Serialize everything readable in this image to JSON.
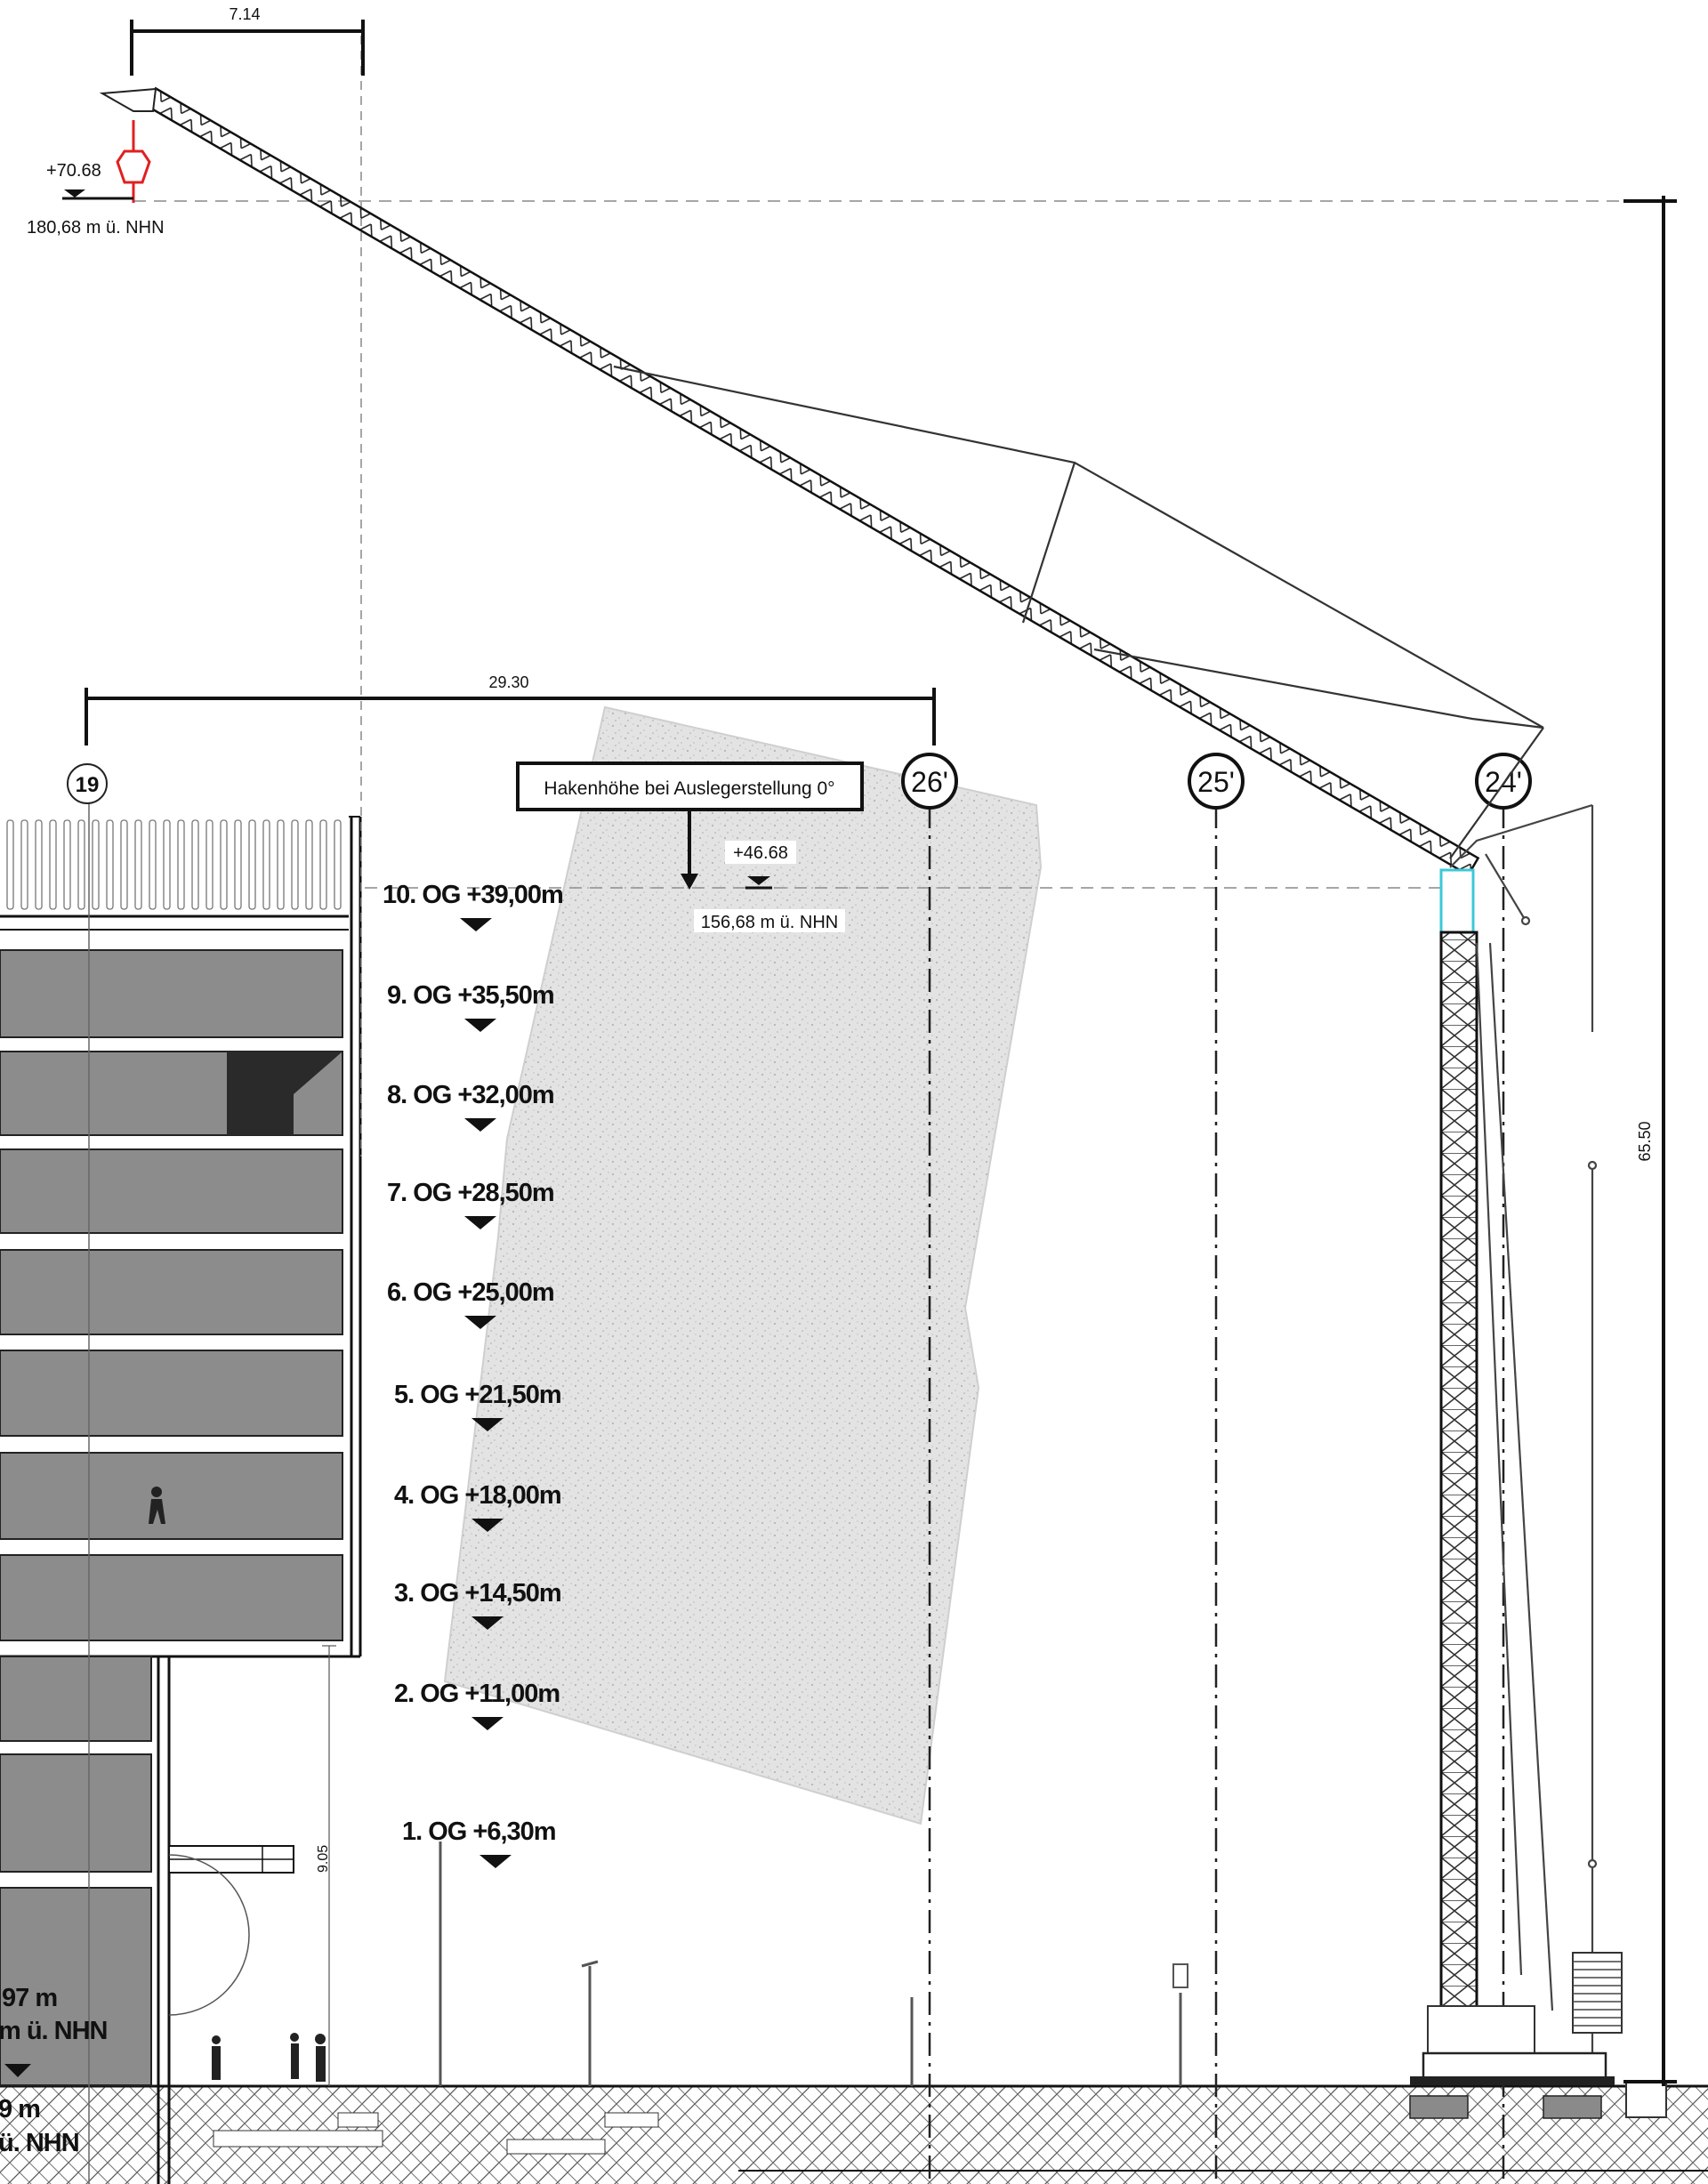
{
  "dimensions": {
    "top_span": "7.14",
    "main_span": "29.30",
    "total_height": "65.50",
    "vertical_small": "9.05"
  },
  "hook_top": {
    "relative": "+70.68",
    "absolute": "180,68 m ü. NHN"
  },
  "hook_note": {
    "box_label": "Hakenhöhe bei Auslegerstellung 0°",
    "relative": "+46.68",
    "absolute": "156,68 m ü. NHN"
  },
  "axes": [
    {
      "label": "19"
    },
    {
      "label": "26'"
    },
    {
      "label": "25'"
    },
    {
      "label": "24'"
    }
  ],
  "levels": [
    {
      "label": "10. OG +39,00m"
    },
    {
      "label": "9. OG +35,50m"
    },
    {
      "label": "8. OG +32,00m"
    },
    {
      "label": "7. OG +28,50m"
    },
    {
      "label": "6. OG +25,00m"
    },
    {
      "label": "5. OG +21,50m"
    },
    {
      "label": "4. OG +18,00m"
    },
    {
      "label": "3. OG +14,50m"
    },
    {
      "label": "2. OG +11,00m"
    },
    {
      "label": "1. OG +6,30m"
    }
  ],
  "left_cut": {
    "line1": "97 m",
    "line2": "m ü. NHN",
    "line3": "9 m",
    "line4": "ü. NHN"
  },
  "colors": {
    "ink": "#111111",
    "facade": "#8c8c8c",
    "concrete": "#d9d9d9",
    "ground": "#bdbdbd",
    "hook_red": "#e02020",
    "tower_cyan": "#3cc8d8"
  }
}
